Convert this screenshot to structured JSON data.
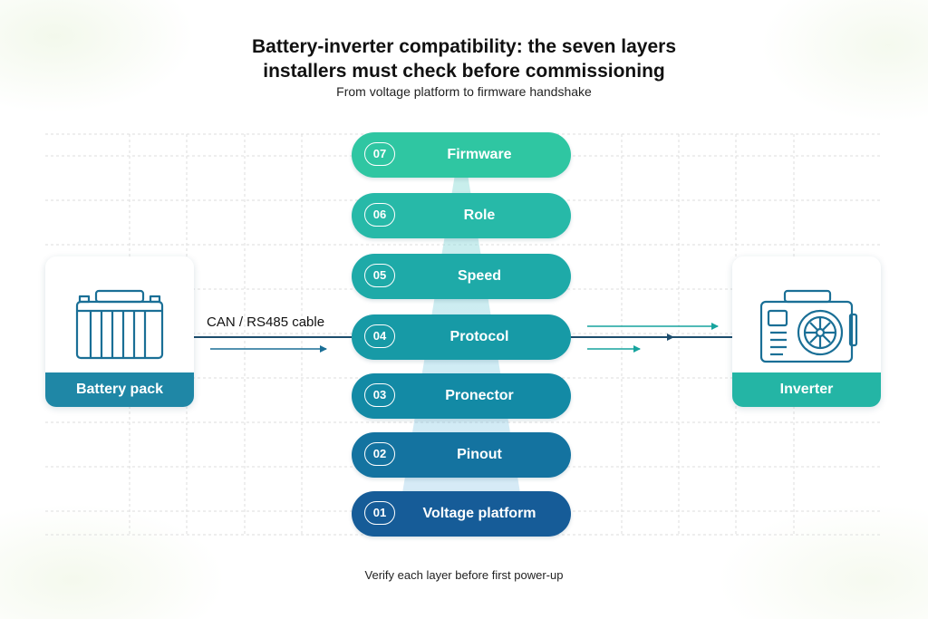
{
  "title_line1": "Battery-inverter compatibility: the seven layers",
  "title_line2": "installers must check before commissioning",
  "subtitle": "From voltage platform to firmware handshake",
  "footer": "Verify each layer before first power-up",
  "cable_label": "CAN / RS485 cable",
  "battery": {
    "label": "Battery pack",
    "icon": "battery-icon"
  },
  "inverter": {
    "label": "Inverter",
    "icon": "inverter-icon"
  },
  "layers": [
    {
      "num": "07",
      "label": "Firmware",
      "color": "#2fc6a2"
    },
    {
      "num": "06",
      "label": "Role",
      "color": "#27b9a8"
    },
    {
      "num": "05",
      "label": "Speed",
      "color": "#1eaaa8"
    },
    {
      "num": "04",
      "label": "Protocol",
      "color": "#179aa6"
    },
    {
      "num": "03",
      "label": "Pronector",
      "color": "#138aa5"
    },
    {
      "num": "02",
      "label": "Pinout",
      "color": "#1473a0"
    },
    {
      "num": "01",
      "label": "Voltage platform",
      "color": "#165c98"
    }
  ],
  "colors": {
    "battery_caption": "#1f87a6",
    "inverter_caption": "#24b5a5",
    "arrow": "#1a6f96",
    "arrow_teal": "#17a49e",
    "cable": "#1d4d6d"
  }
}
